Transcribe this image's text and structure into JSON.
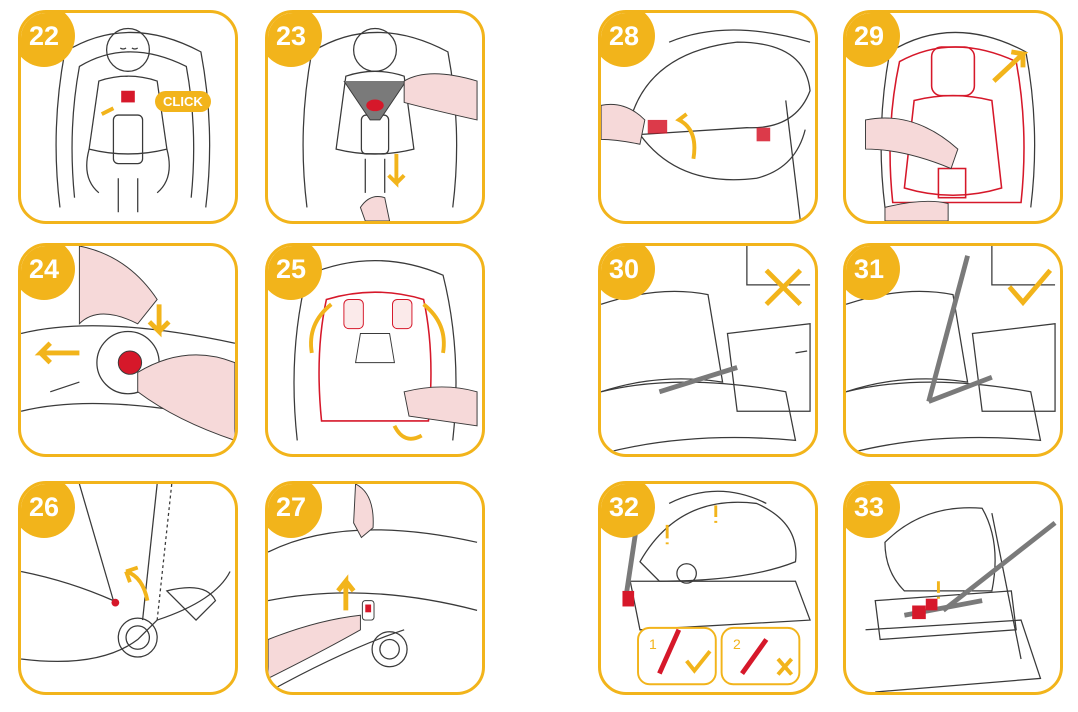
{
  "panels": [
    {
      "id": "22",
      "number": "22"
    },
    {
      "id": "23",
      "number": "23"
    },
    {
      "id": "24",
      "number": "24"
    },
    {
      "id": "25",
      "number": "25"
    },
    {
      "id": "26",
      "number": "26"
    },
    {
      "id": "27",
      "number": "27"
    },
    {
      "id": "28",
      "number": "28"
    },
    {
      "id": "29",
      "number": "29"
    },
    {
      "id": "30",
      "number": "30"
    },
    {
      "id": "31",
      "number": "31"
    },
    {
      "id": "32",
      "number": "32"
    },
    {
      "id": "33",
      "number": "33"
    }
  ],
  "labels": {
    "click": "CLICK",
    "sub_step_1": "1",
    "sub_step_2": "2"
  },
  "colors": {
    "accent": "#f2b41b",
    "line": "#3a3a3a",
    "highlight_red": "#d6182a",
    "skin": "#f6d9d9"
  }
}
